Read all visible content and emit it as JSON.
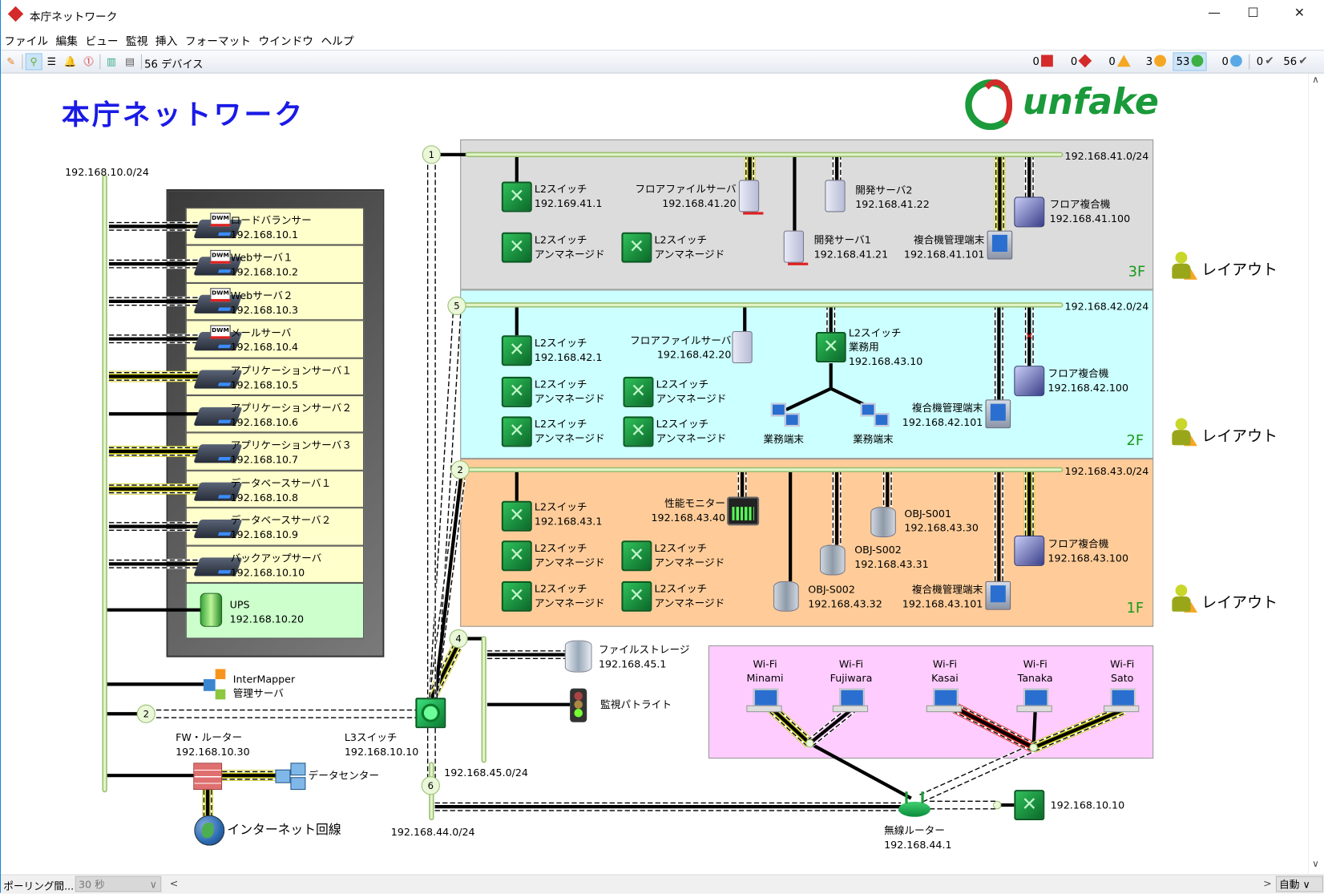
{
  "window": {
    "title": "本庁ネットワーク",
    "minimize": "—",
    "maximize": "☐",
    "close": "✕"
  },
  "menu": [
    "ファイル",
    "編集",
    "ビュー",
    "監視",
    "挿入",
    "フォーマット",
    "ウインドウ",
    "ヘルプ"
  ],
  "toolbar": {
    "device_count": "56 デバイス",
    "status": [
      {
        "count": "0",
        "icon": "down-square-icon",
        "color": "#d42a2a"
      },
      {
        "count": "0",
        "icon": "critical-diamond-icon",
        "color": "#d42a2a"
      },
      {
        "count": "0",
        "icon": "warning-triangle-icon",
        "color": "#f5a623"
      },
      {
        "count": "3",
        "icon": "alarm-circle-icon",
        "color": "#f5a623"
      },
      {
        "count": "53",
        "icon": "ok-circle-icon",
        "color": "#3cb043"
      },
      {
        "count": "0",
        "icon": "unknown-question-icon",
        "color": "#5aa9e6"
      },
      {
        "count": "0",
        "icon": "acknowledged-check-icon",
        "color": "#555555"
      },
      {
        "count": "56",
        "icon": "unacknowledged-check-icon",
        "color": "#555555"
      }
    ]
  },
  "map": {
    "title": "本庁ネットワーク",
    "logo": "unfake",
    "networks": {
      "n10": "192.168.10.0/24",
      "n41": "192.168.41.0/24",
      "n42": "192.168.42.0/24",
      "n43": "192.168.43.0/24",
      "n45": "192.168.45.0/24",
      "n44": "192.168.44.0/24"
    },
    "bubbles": [
      "1",
      "5",
      "2",
      "4",
      "2",
      "6"
    ],
    "rack": [
      {
        "name": "ロードバランサー",
        "ip": "192.168.10.1"
      },
      {
        "name": "Webサーバ１",
        "ip": "192.168.10.2"
      },
      {
        "name": "Webサーバ２",
        "ip": "192.168.10.3"
      },
      {
        "name": "メールサーバ",
        "ip": "192.168.10.4"
      },
      {
        "name": "アプリケーションサーバ１",
        "ip": "192.168.10.5"
      },
      {
        "name": "アプリケーションサーバ２",
        "ip": "192.168.10.6"
      },
      {
        "name": "アプリケーションサーバ３",
        "ip": "192.168.10.7"
      },
      {
        "name": "データベースサーバ１",
        "ip": "192.168.10.8"
      },
      {
        "name": "データベースサーバ２",
        "ip": "192.168.10.9"
      },
      {
        "name": "バックアップサーバ",
        "ip": "192.168.10.10"
      }
    ],
    "rack_tag": "DWM",
    "ups": {
      "name": "UPS",
      "ip": "192.168.10.20"
    },
    "core": {
      "intermapper": {
        "name": "InterMapper",
        "ip": "管理サーバ"
      },
      "fw": {
        "name": "FW・ルーター",
        "ip": "192.168.10.30"
      },
      "datacenter": {
        "name": "データセンター"
      },
      "internet": {
        "name": "インターネット回線"
      },
      "l3": {
        "name": "L3スイッチ",
        "ip": "192.168.10.10"
      },
      "storage": {
        "name": "ファイルストレージ",
        "ip": "192.168.45.1"
      },
      "patlite": {
        "name": "監視パトライト"
      },
      "router": {
        "name": "無線ルーター",
        "ip": "192.168.44.1"
      },
      "remote_switch": {
        "name": "192.168.10.10"
      }
    },
    "floors": {
      "f3": {
        "label": "3F",
        "devices": [
          {
            "name": "L2スイッチ",
            "ip": "192.169.41.1"
          },
          {
            "name": "L2スイッチ",
            "ip": "アンマネージド"
          },
          {
            "name": "L2スイッチ",
            "ip": "アンマネージド"
          },
          {
            "name": "フロアファイルサーバ",
            "ip": "192.168.41.20"
          },
          {
            "name": "開発サーバ1",
            "ip": "192.168.41.21"
          },
          {
            "name": "開発サーバ2",
            "ip": "192.168.41.22"
          },
          {
            "name": "複合機管理端末",
            "ip": "192.168.41.101"
          },
          {
            "name": "フロア複合機",
            "ip": "192.168.41.100"
          }
        ]
      },
      "f2": {
        "label": "2F",
        "devices": [
          {
            "name": "L2スイッチ",
            "ip": "192.168.42.1"
          },
          {
            "name": "L2スイッチ",
            "ip": "アンマネージド"
          },
          {
            "name": "L2スイッチ",
            "ip": "アンマネージド"
          },
          {
            "name": "L2スイッチ",
            "ip": "アンマネージド"
          },
          {
            "name": "L2スイッチ",
            "ip": "アンマネージド"
          },
          {
            "name": "フロアファイルサーバ",
            "ip": "192.168.42.20"
          },
          {
            "name": "L2スイッチ",
            "ip": "業務用",
            "ip2": "192.168.43.10"
          },
          {
            "name": "業務端末"
          },
          {
            "name": "業務端末"
          },
          {
            "name": "複合機管理端末",
            "ip": "192.168.42.101"
          },
          {
            "name": "フロア複合機",
            "ip": "192.168.42.100"
          }
        ]
      },
      "f1": {
        "label": "1F",
        "devices": [
          {
            "name": "L2スイッチ",
            "ip": "192.168.43.1"
          },
          {
            "name": "L2スイッチ",
            "ip": "アンマネージド"
          },
          {
            "name": "L2スイッチ",
            "ip": "アンマネージド"
          },
          {
            "name": "L2スイッチ",
            "ip": "アンマネージド"
          },
          {
            "name": "L2スイッチ",
            "ip": "アンマネージド"
          },
          {
            "name": "性能モニター",
            "ip": "192.168.43.40"
          },
          {
            "name": "OBJ-S001",
            "ip": "192.168.43.30"
          },
          {
            "name": "OBJ-S002",
            "ip": "192.168.43.31"
          },
          {
            "name": "OBJ-S002",
            "ip": "192.168.43.32"
          },
          {
            "name": "複合機管理端末",
            "ip": "192.168.43.101"
          },
          {
            "name": "フロア複合機",
            "ip": "192.168.43.100"
          }
        ]
      }
    },
    "wifi": [
      {
        "name": "Wi-Fi",
        "ip": "Minami"
      },
      {
        "name": "Wi-Fi",
        "ip": "Fujiwara"
      },
      {
        "name": "Wi-Fi",
        "ip": "Kasai"
      },
      {
        "name": "Wi-Fi",
        "ip": "Tanaka"
      },
      {
        "name": "Wi-Fi",
        "ip": "Sato"
      }
    ],
    "layouts": [
      "レイアウト",
      "レイアウト",
      "レイアウト"
    ],
    "colors": {
      "floor3": "#dcdcdc",
      "floor2": "#ccffff",
      "floor1": "#ffcc99",
      "wifi": "#ffccff",
      "rack": "#ffffcc",
      "ups": "#ccffcc",
      "network": "#d6f0b0",
      "link_warn": "#cccc00",
      "link_down": "#e01010"
    }
  },
  "bottom": {
    "polling_label": "ポーリング間...",
    "polling_value": "30 秒",
    "zoom": "自動"
  }
}
